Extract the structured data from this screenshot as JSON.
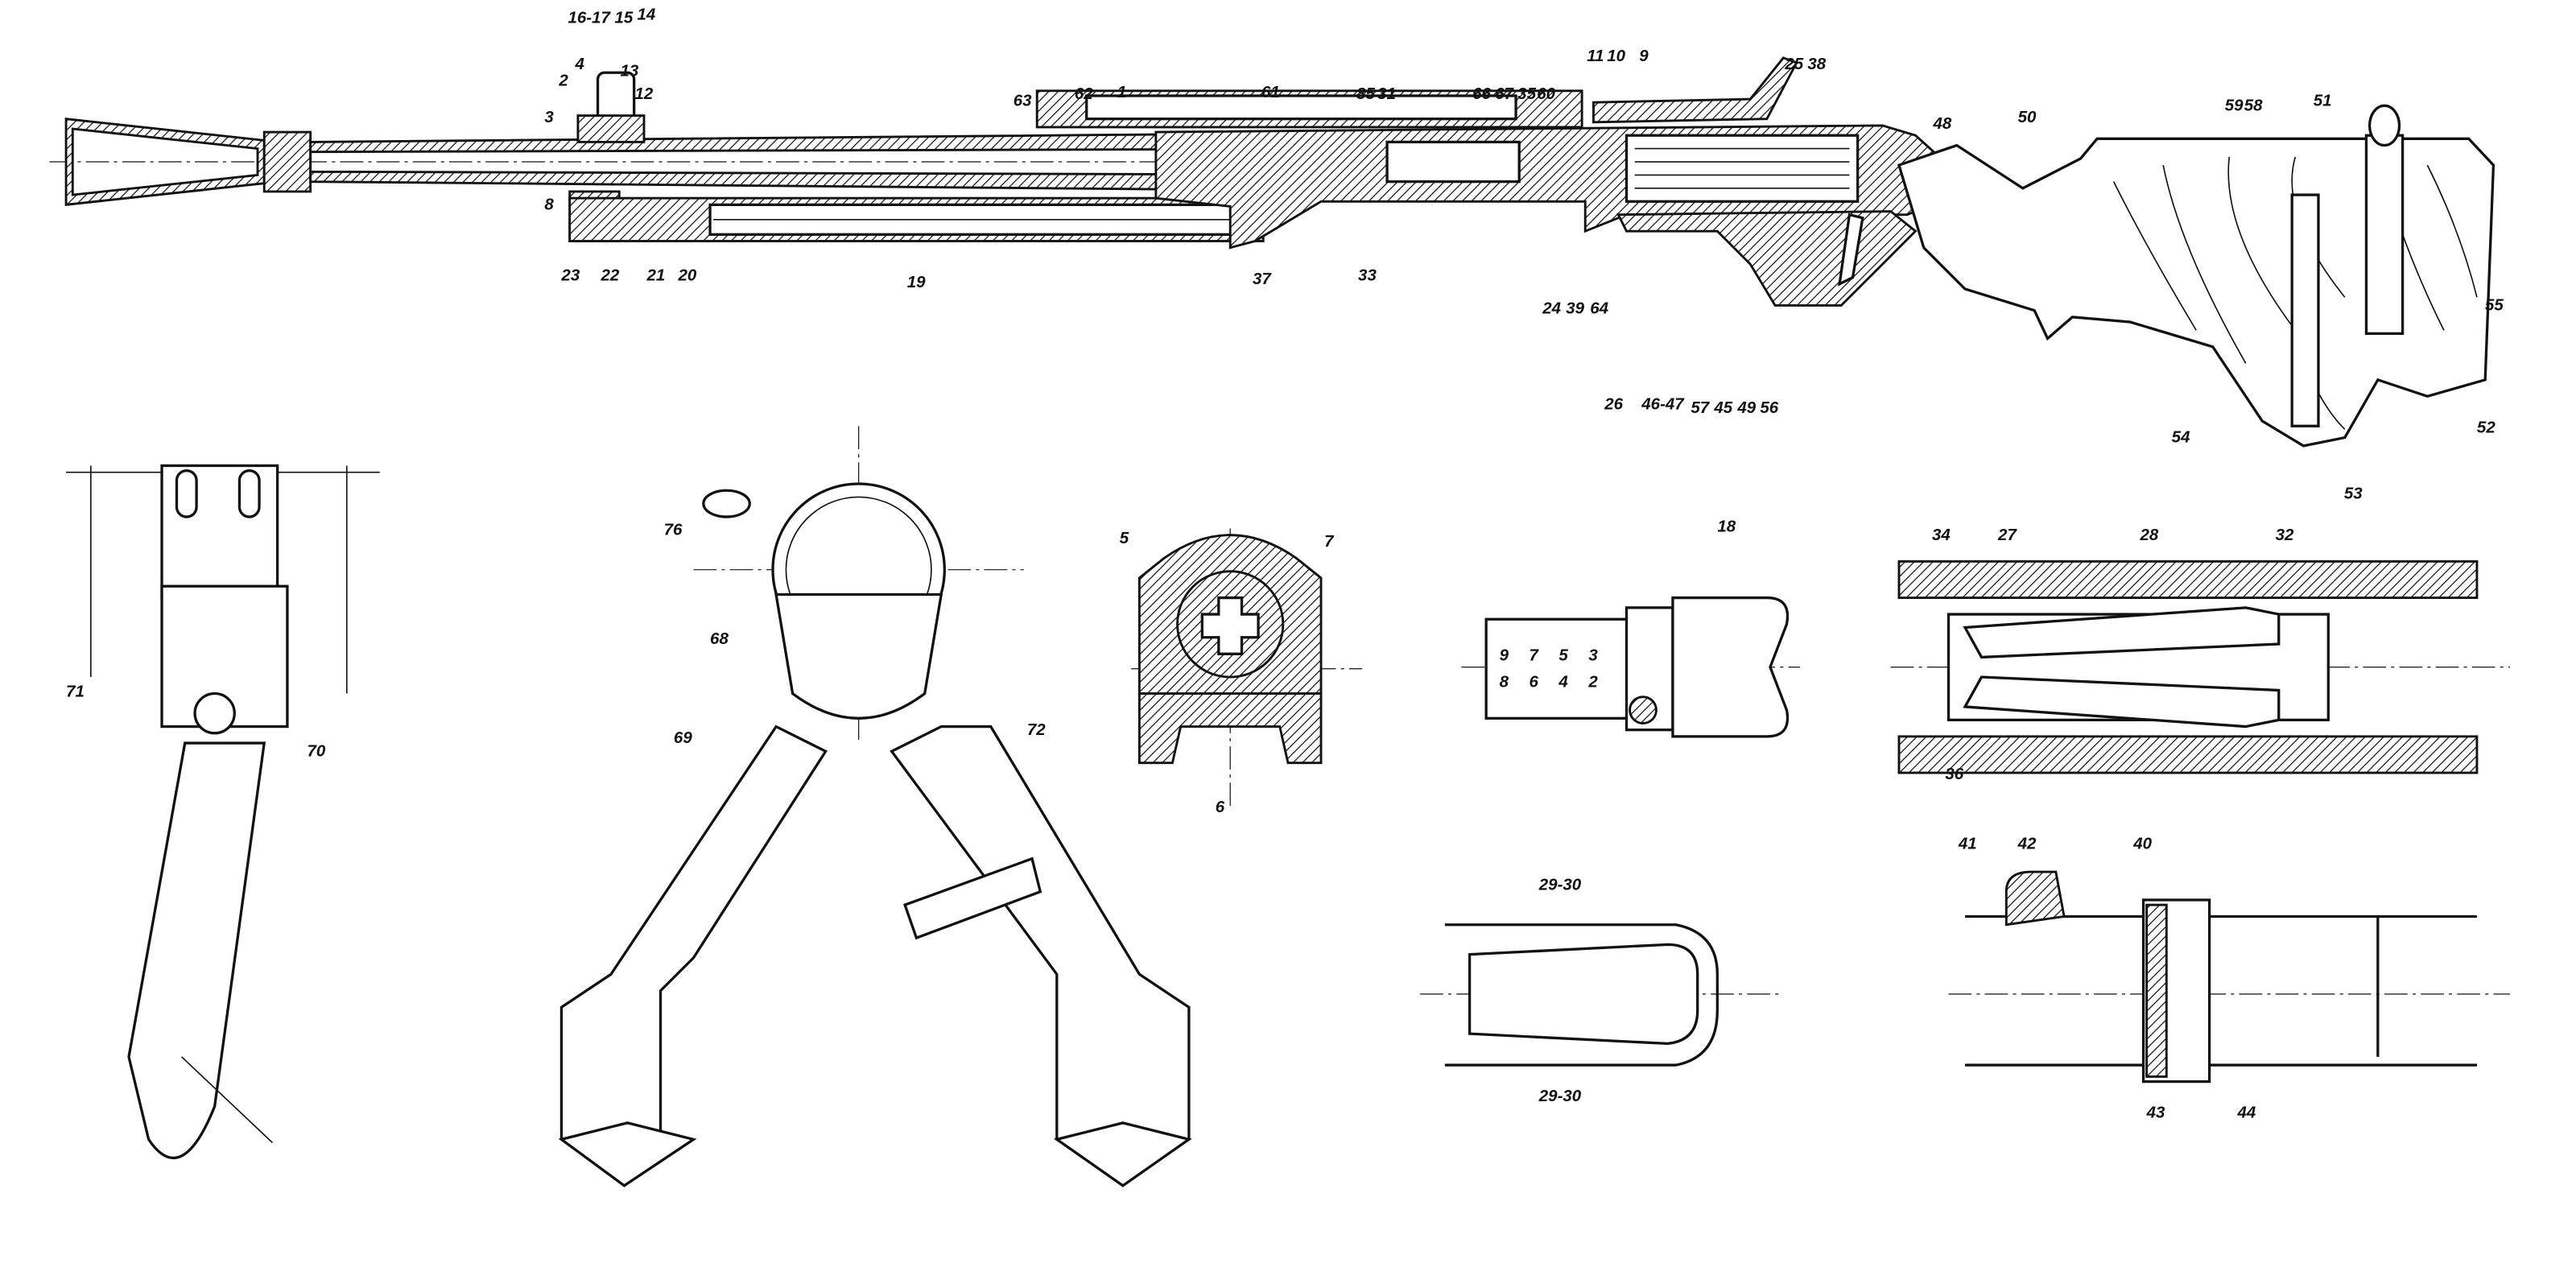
{
  "callouts": {
    "main_view": [
      "16-17",
      "15",
      "14",
      "13",
      "12",
      "4",
      "2",
      "3",
      "8",
      "23",
      "22",
      "21",
      "20",
      "19",
      "63",
      "62",
      "1",
      "61",
      "37",
      "85",
      "31",
      "66",
      "67",
      "35",
      "60",
      "11",
      "10",
      "9",
      "25",
      "38",
      "33",
      "24",
      "39",
      "64",
      "26",
      "46-47",
      "57",
      "45",
      "49",
      "56",
      "48",
      "50",
      "59",
      "58",
      "51",
      "55",
      "54",
      "52",
      "53"
    ],
    "bipod_side": [
      "71",
      "70"
    ],
    "bipod_front": [
      "76",
      "68",
      "69",
      "72"
    ],
    "front_sight_section": [
      "5",
      "7",
      "6"
    ],
    "rear_sight": [
      "18"
    ],
    "bolt_detail": [
      "34",
      "27",
      "28",
      "32",
      "36"
    ],
    "slot_detail": [
      "29-30",
      "29-30"
    ],
    "barrel_catch": [
      "41",
      "42",
      "40",
      "43",
      "44"
    ]
  },
  "sight_scale": {
    "top_row": [
      "9",
      "7",
      "5",
      "3"
    ],
    "bottom_row": [
      "8",
      "6",
      "4",
      "2"
    ]
  }
}
